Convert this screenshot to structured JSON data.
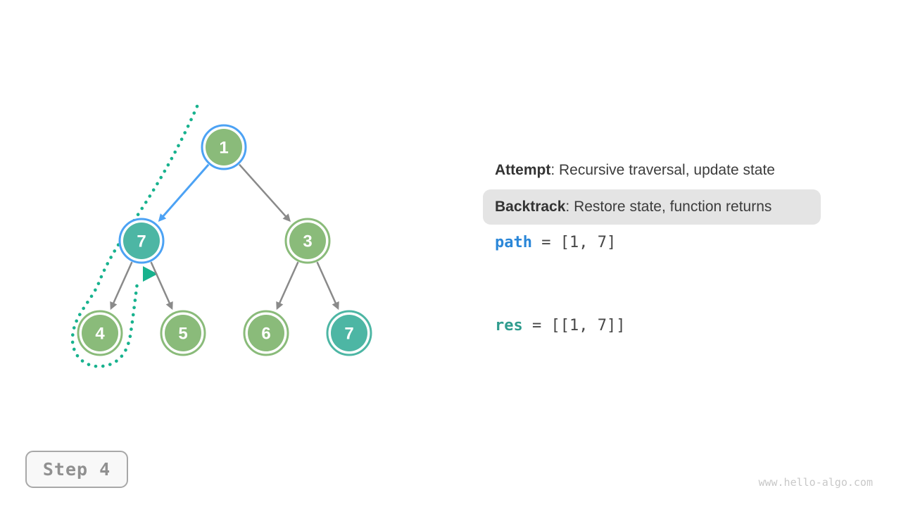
{
  "page": {
    "watermark": "www.hello-algo.com",
    "background": "#ffffff"
  },
  "step_indicator": {
    "label": "Step 4"
  },
  "legend": {
    "attempt_term": "Attempt",
    "attempt_desc": ": Recursive traversal, update state",
    "backtrack_term": "Backtrack",
    "backtrack_desc": ": Restore state, function returns"
  },
  "state": {
    "path_var": "path",
    "path_rhs": " = [1, 7]",
    "res_var": "res",
    "res_rhs": " = [[1, 7]]"
  },
  "colors": {
    "node_green": "#8ABB7A",
    "node_teal": "#4DB6A4",
    "highlight_blue": "#4CA2F4",
    "edge_gray": "#8A8A8A",
    "trace_teal": "#18B28E",
    "code_path_blue": "#2B87D8",
    "code_res_teal": "#2F9C8E",
    "backtrack_bg": "#E4E4E4",
    "text_dark": "#3C3C3C"
  },
  "tree": {
    "nodes": [
      {
        "id": "n1",
        "value": "1",
        "fill": "green",
        "ring": "blue"
      },
      {
        "id": "n7l",
        "value": "7",
        "fill": "teal",
        "ring": "blue"
      },
      {
        "id": "n3",
        "value": "3",
        "fill": "green",
        "ring": "green"
      },
      {
        "id": "n4",
        "value": "4",
        "fill": "green",
        "ring": "green"
      },
      {
        "id": "n5",
        "value": "5",
        "fill": "green",
        "ring": "green"
      },
      {
        "id": "n6",
        "value": "6",
        "fill": "green",
        "ring": "green"
      },
      {
        "id": "n7r",
        "value": "7",
        "fill": "teal",
        "ring": "teal"
      }
    ],
    "edges": [
      {
        "from": "n1",
        "to": "n7l",
        "color": "blue"
      },
      {
        "from": "n1",
        "to": "n3",
        "color": "gray"
      },
      {
        "from": "n7l",
        "to": "n4",
        "color": "gray"
      },
      {
        "from": "n7l",
        "to": "n5",
        "color": "gray"
      },
      {
        "from": "n3",
        "to": "n6",
        "color": "gray"
      },
      {
        "from": "n3",
        "to": "n7r",
        "color": "gray"
      }
    ]
  }
}
